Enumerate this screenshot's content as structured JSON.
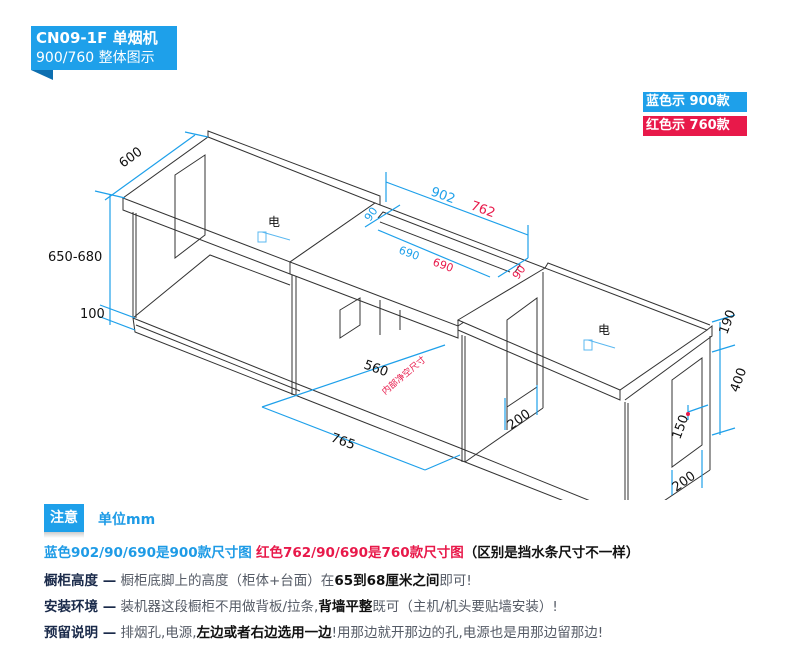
{
  "title": {
    "line1": "CN09-1F 单烟机",
    "line2": "900/760 整体图示"
  },
  "legend": [
    {
      "text": "蓝色示 900款",
      "color": "#1ea0ea"
    },
    {
      "text": "红色示 760款",
      "color": "#e8194a"
    }
  ],
  "colors": {
    "blue": "#1ea0ea",
    "red": "#e8194a",
    "line": "#333333"
  },
  "dimensions": {
    "depth": "600",
    "height": "650-680",
    "plinth": "100",
    "width_900": "902",
    "width_760": "762",
    "splash_left": "90",
    "inner_900": "690",
    "inner_760": "690",
    "splash_right": "90",
    "inner_depth": "560",
    "inner_depth_note": "内部净空尺寸",
    "bottom_width": "765",
    "vent_mid": "200",
    "vent_right_w": "200",
    "vent_pos": "150",
    "top_gap": "190",
    "vent_h": "400"
  },
  "outlet_labels": [
    "电",
    "电"
  ],
  "notes": {
    "badge": "注意",
    "unit": "单位mm",
    "line1": {
      "blue": "蓝色902/90/690是900款尺寸图",
      "red": "红色762/90/690是760款尺寸图",
      "black": "（区别是挡水条尺寸不一样）"
    },
    "line2": {
      "label": "橱柜高度 —",
      "t1": " 橱柜底脚上的高度（柜体+台面）在",
      "b1": "65到68厘米之间",
      "t2": "即可!"
    },
    "line3": {
      "label": "安装环境 —",
      "t1": " 装机器这段橱柜不用做背板/拉条,",
      "b1": "背墙平整",
      "t2": "既可（主机/机头要贴墙安装）!"
    },
    "line4": {
      "label": "预留说明 —",
      "t1": " 排烟孔,电源,",
      "b1": "左边或者右边选用一边",
      "t2": "!用那边就开那边的孔,电源也是用那边留那边!"
    }
  }
}
